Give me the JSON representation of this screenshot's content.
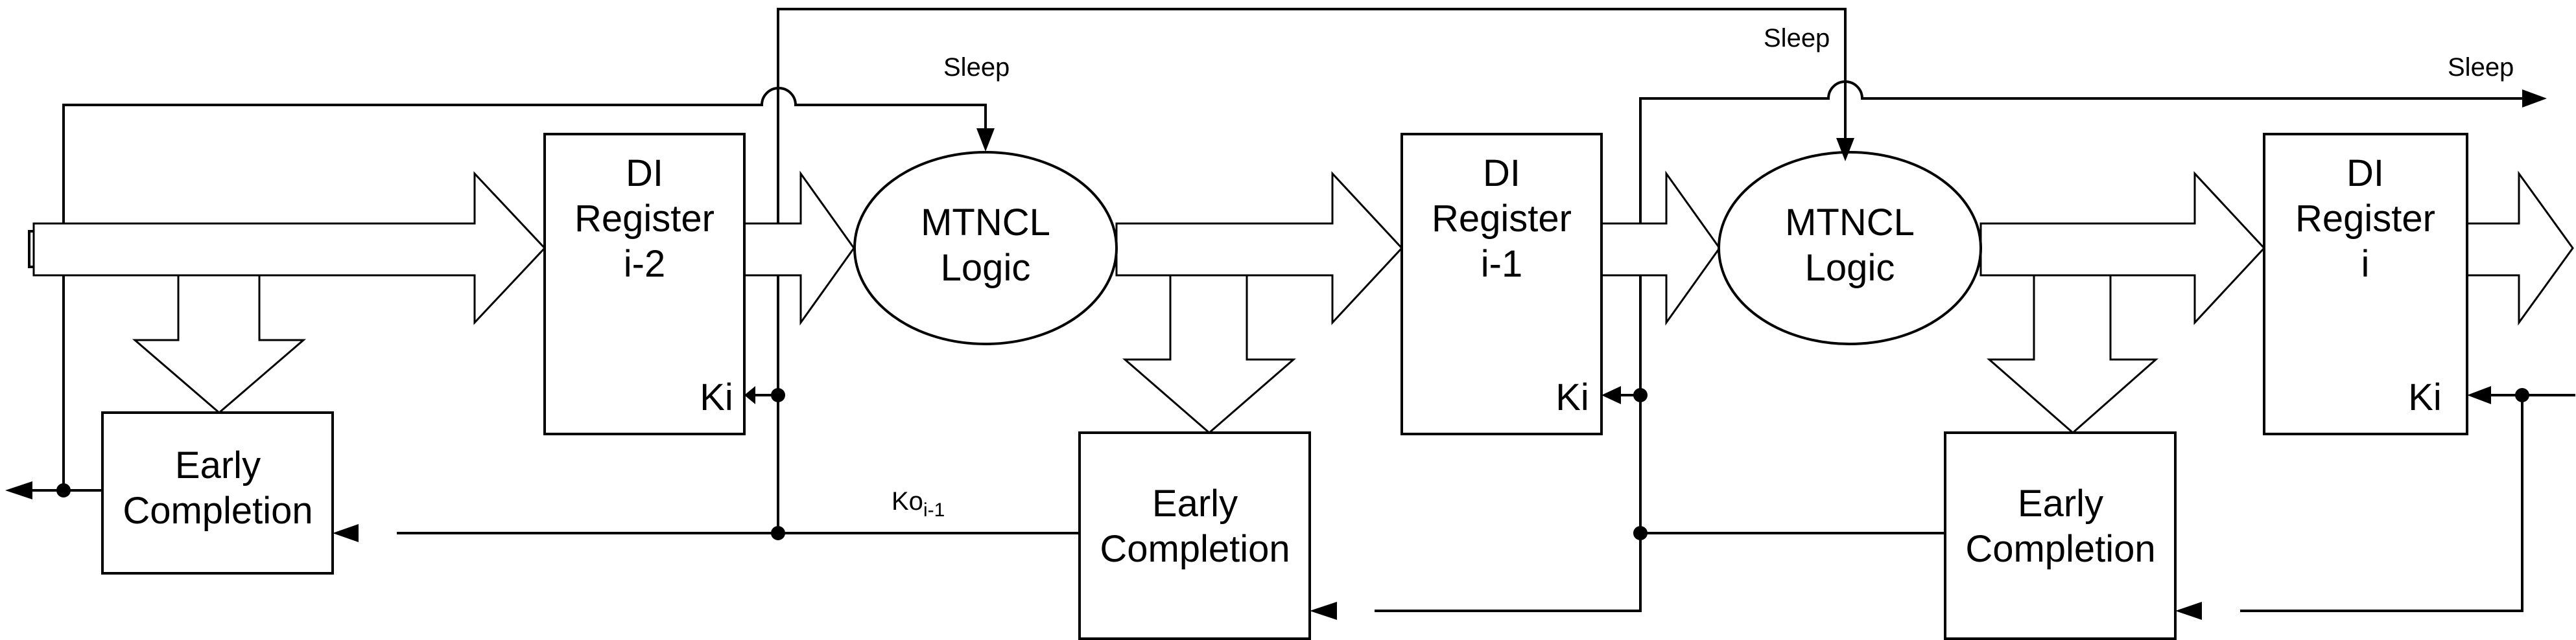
{
  "registers": [
    {
      "line1": "DI",
      "line2": "Register",
      "line3": "i-2",
      "ki": "Ki"
    },
    {
      "line1": "DI",
      "line2": "Register",
      "line3": "i-1",
      "ki": "Ki"
    },
    {
      "line1": "DI",
      "line2": "Register",
      "line3": "i",
      "ki": "Ki"
    }
  ],
  "logic": [
    {
      "line1": "MTNCL",
      "line2": "Logic"
    },
    {
      "line1": "MTNCL",
      "line2": "Logic"
    }
  ],
  "completion": [
    {
      "line1": "Early",
      "line2": "Completion"
    },
    {
      "line1": "Early",
      "line2": "Completion"
    },
    {
      "line1": "Early",
      "line2": "Completion"
    }
  ],
  "signals": {
    "sleep_1": "Sleep",
    "sleep_2": "Sleep",
    "sleep_3": "Sleep",
    "ko_base": "Ko",
    "ko_sub": "i-1"
  }
}
